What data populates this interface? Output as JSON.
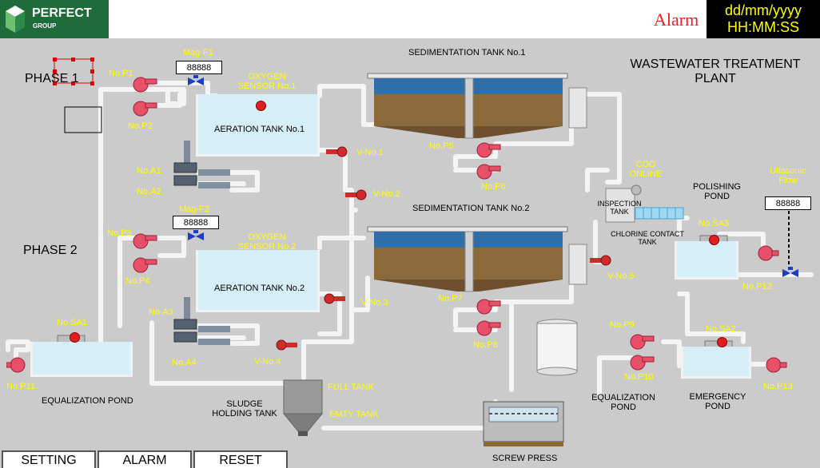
{
  "header": {
    "brand": "PERFECT",
    "brand_sub": "GROUP",
    "alarm_label": "Alarm",
    "date_text": "dd/mm/yyyy",
    "time_text": "HH:MM:SS"
  },
  "plant_title_line1": "WASTEWATER TREATMENT",
  "plant_title_line2": "PLANT",
  "phases": {
    "phase1": "PHASE 1",
    "phase2": "PHASE 2"
  },
  "flow_meters": {
    "mag_f1": {
      "label": "Mag-F1",
      "value": "88888"
    },
    "mag_f2": {
      "label": "Mag-F2",
      "value": "88888"
    },
    "ultrasonic": {
      "label_line1": "Ultasonic",
      "label_line2": "Flow",
      "value": "88888"
    }
  },
  "sensors": {
    "oxygen1_line1": "OXYGEN",
    "oxygen1_line2": "SENSOR No.1",
    "oxygen2_line1": "OXYGEN",
    "oxygen2_line2": "SENSOR No.2",
    "cod_line1": "COD",
    "cod_line2": "ONLINE"
  },
  "tanks": {
    "aeration1": "AERATION TANK No.1",
    "aeration2": "AERATION TANK No.2",
    "sedimentation1": "SEDIMENTATION TANK No.1",
    "sedimentation2": "SEDIMENTATION TANK No.2",
    "inspection_line1": "INSPECTION",
    "inspection_line2": "TANK",
    "chlorine_line1": "CHLORINE CONTACT",
    "chlorine_line2": "TANK",
    "polishing_line1": "POLISHING",
    "polishing_line2": "POND",
    "equalization_pond": "EQUALIZATION POND",
    "equalization_pond2_line1": "EQUALIZATION",
    "equalization_pond2_line2": "POND",
    "emergency_line1": "EMERGENCY",
    "emergency_line2": "POND",
    "sludge_line1": "SLUDGE",
    "sludge_line2": "HOLDING TANK",
    "full_tank": "FULL TANK",
    "empty_tank": "EMTY TANK",
    "screw_press": "SCREW PRESS"
  },
  "pumps": {
    "p1": "No.P1",
    "p2": "No.P2",
    "p3": "No.P3",
    "p4": "No.P4",
    "p5": "No.P5",
    "p6": "No.P6",
    "p7": "No.P7",
    "p8": "No.P8",
    "p9": "No.P9",
    "p10": "No.P10",
    "p11": "No.P11",
    "p12": "No.P12",
    "p13": "No.P13",
    "a1": "No.A1",
    "a2": "No.A2",
    "a3": "No.A3",
    "a4": "No.A4",
    "sa1": "No.SA1",
    "sa2": "No.SA2",
    "sa3": "No.SA3"
  },
  "valves": {
    "v1": "V-No.1",
    "v2": "V-No.2",
    "v3": "V-No.3",
    "v4": "V-No.4",
    "v5": "V-No.5"
  },
  "buttons": {
    "setting": "SETTING",
    "alarm": "ALARM",
    "reset": "RESET"
  },
  "colors": {
    "label_yellow": "#ffff00",
    "alarm_red": "#e52020",
    "brand_green": "#1f6b3a",
    "pipe_white": "#f4f4f4",
    "pump_red": "#e8506a",
    "valve_red": "#d12a2a",
    "valve_blue": "#1b3fc4",
    "tank_water": "#d6eef8"
  }
}
